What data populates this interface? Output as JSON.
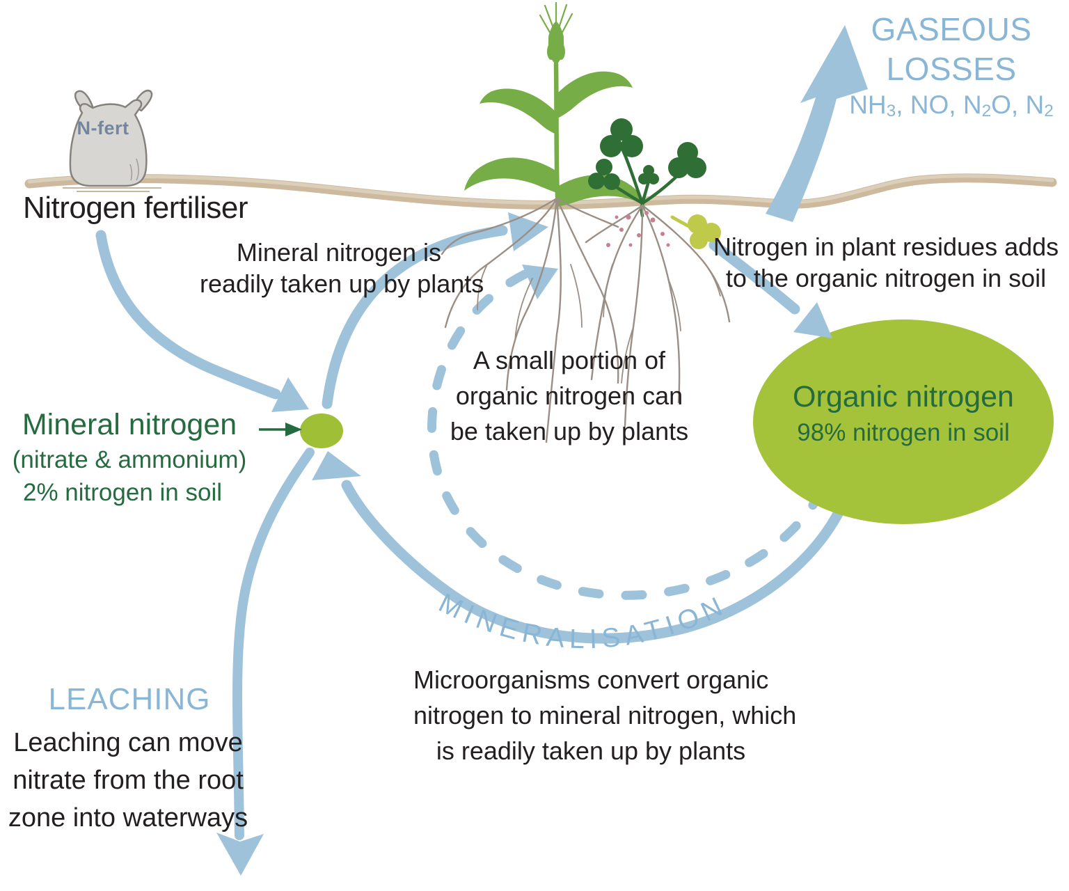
{
  "colors": {
    "arrow_blue": "#9fc2db",
    "text_blue": "#8ab6d6",
    "green_dark": "#256b40",
    "ellipse_green": "#a5c23b",
    "dot_green": "#9fbf37",
    "soil_tan": "#c8b394",
    "wheat_green": "#76ad47",
    "clover_green": "#2f6e34",
    "residue_green": "#bfca4a",
    "root_gray": "#9a8e85",
    "nodule_pink": "#c77f91",
    "text_black": "#231f20",
    "bag_gray": "#d8d6d3",
    "bag_label_blue": "#72879f"
  },
  "fertiliser": {
    "bag_label": "N-fert",
    "label": "Nitrogen fertiliser"
  },
  "gaseous": {
    "line1": "GASEOUS",
    "line2": "LOSSES",
    "formula": {
      "p1": "NH",
      "s1": "3",
      "p2": ", NO, N",
      "s2": "2",
      "p3": "O, N",
      "s3": "2"
    }
  },
  "uptake": {
    "lines": [
      "Mineral nitrogen is",
      "readily taken up by plants"
    ]
  },
  "residues": {
    "lines": [
      "Nitrogen in plant residues adds",
      "to the organic nitrogen in soil"
    ]
  },
  "mineral": {
    "title": "Mineral nitrogen",
    "sub1": "(nitrate & ammonium)",
    "sub2": "2% nitrogen in soil"
  },
  "organic": {
    "title": "Organic nitrogen",
    "sub": "98% nitrogen in soil"
  },
  "small_portion": {
    "lines": [
      "A small portion of",
      "organic nitrogen can",
      "be taken up by plants"
    ]
  },
  "mineralisation": {
    "title": "MINERALISATION",
    "lines": [
      "Microorganisms convert organic",
      "nitrogen to mineral nitrogen, which",
      "is readily taken up by plants"
    ]
  },
  "leaching": {
    "title": "LEACHING",
    "lines": [
      "Leaching can move",
      "nitrate from the root",
      "zone into waterways"
    ]
  }
}
